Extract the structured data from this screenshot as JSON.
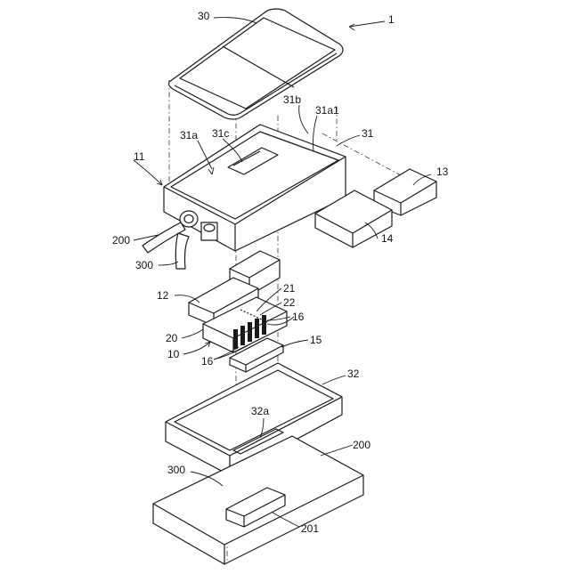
{
  "labels": {
    "l1": "1",
    "l30": "30",
    "l31b": "31b",
    "l31a1": "31a1",
    "l31": "31",
    "l31a": "31a",
    "l31c": "31c",
    "l11": "11",
    "l13": "13",
    "l14": "14",
    "l200a": "200",
    "l300a": "300",
    "l12": "12",
    "l21": "21",
    "l22": "22",
    "l16a": "16",
    "l20": "20",
    "l10": "10",
    "l16b": "16",
    "l15": "15",
    "l32": "32",
    "l32a": "32a",
    "l200b": "200",
    "l300b": "300",
    "l201": "201"
  }
}
